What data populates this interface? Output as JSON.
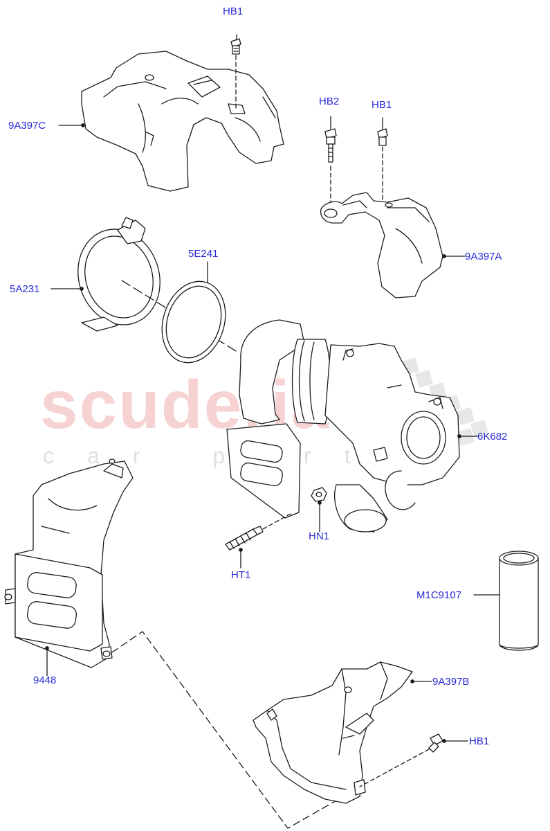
{
  "watermark": {
    "brand": "scuderia",
    "tagline": "car parts"
  },
  "callouts": [
    {
      "id": "HB1_top",
      "text": "HB1"
    },
    {
      "id": "9A397C",
      "text": "9A397C"
    },
    {
      "id": "HB2",
      "text": "HB2"
    },
    {
      "id": "HB1_right",
      "text": "HB1"
    },
    {
      "id": "9A397A",
      "text": "9A397A"
    },
    {
      "id": "5E241",
      "text": "5E241"
    },
    {
      "id": "5A231",
      "text": "5A231"
    },
    {
      "id": "6K682",
      "text": "6K682"
    },
    {
      "id": "HN1",
      "text": "HN1"
    },
    {
      "id": "HT1",
      "text": "HT1"
    },
    {
      "id": "M1C9107",
      "text": "M1C9107"
    },
    {
      "id": "9448",
      "text": "9448"
    },
    {
      "id": "9A397B",
      "text": "9A397B"
    },
    {
      "id": "HB1_bottom",
      "text": "HB1"
    }
  ],
  "colors": {
    "callout": "#2a2ad6",
    "line": "#1a1a1a",
    "watermark_red": "#f3c4c4",
    "watermark_grey": "#d8d8d8"
  }
}
